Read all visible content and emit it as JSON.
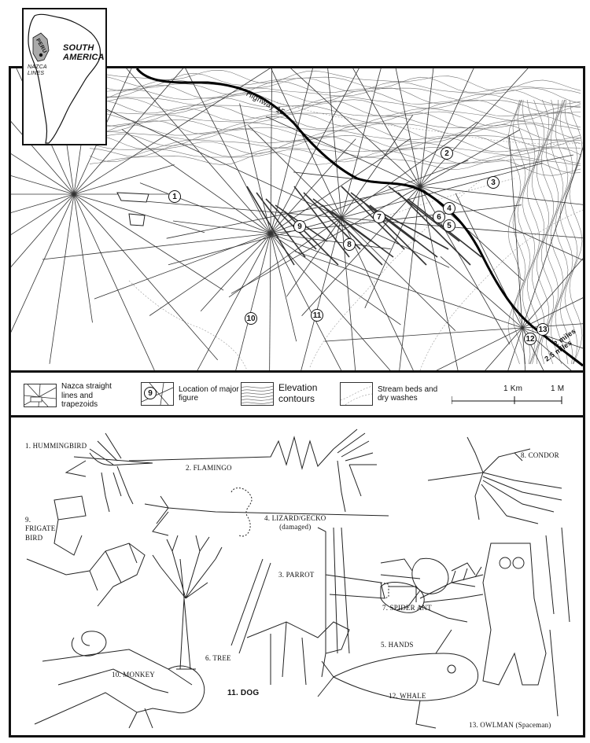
{
  "inset": {
    "continent": [
      "SOUTH",
      "AMERICA"
    ],
    "country": "PERU",
    "site": [
      "NAZCA",
      "LINES"
    ]
  },
  "map": {
    "highway_label": "Highway 15",
    "figure_numbers": [
      "1",
      "2",
      "3",
      "4",
      "5",
      "6",
      "7",
      "8",
      "9",
      "10",
      "11",
      "12",
      "13"
    ],
    "exit_labels": [
      "2 miles",
      "2.5 miles"
    ]
  },
  "legend": {
    "lines": "Nazca straight lines and trapezoids",
    "figure": "Location of major figure",
    "figure_num": "9",
    "elevation": "Elevation contours",
    "streams": "Stream beds and dry washes",
    "scale_km": "1 Km",
    "scale_mi": "1 M"
  },
  "figures": {
    "hummingbird": "1. HUMMINGBIRD",
    "flamingo": "2. FLAMINGO",
    "condor": "8. CONDOR",
    "lizard": "4. LIZARD/GECKO",
    "lizard_note": "(damaged)",
    "frigate": [
      "9.",
      "FRIGATE",
      "BIRD"
    ],
    "parrot": "3. PARROT",
    "spider": "7. SPIDER ANT",
    "tree": "6. TREE",
    "hands": "5. HANDS",
    "monkey": "10. MONKEY",
    "dog": "11. DOG",
    "whale": "12. WHALE",
    "owlman": "13. OWLMAN (Spaceman)"
  }
}
